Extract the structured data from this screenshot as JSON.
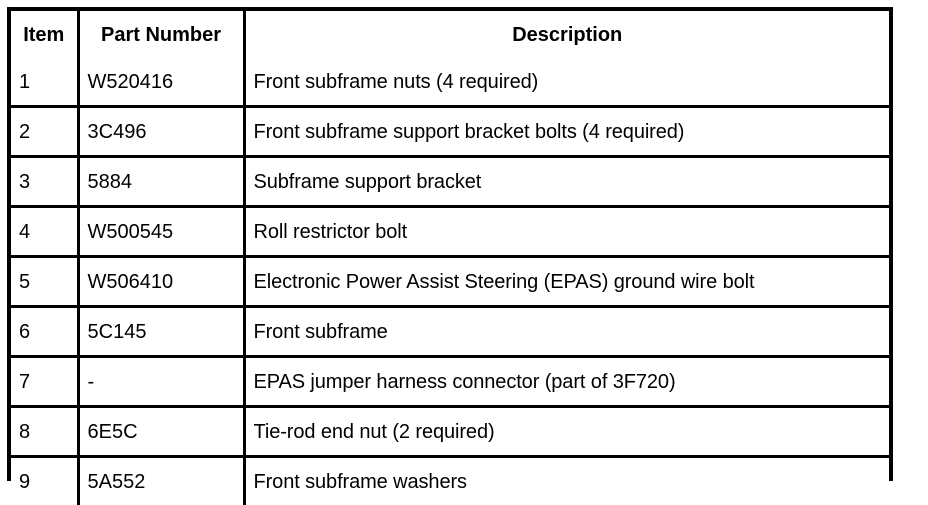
{
  "table": {
    "name": "parts-identification-table",
    "columns": [
      {
        "key": "item",
        "label": "Item",
        "align": "center"
      },
      {
        "key": "part_number",
        "label": "Part Number",
        "align": "center"
      },
      {
        "key": "description",
        "label": "Description",
        "align": "center"
      }
    ],
    "rows": [
      {
        "item": "1",
        "part_number": "W520416",
        "description": "Front subframe nuts (4 required)"
      },
      {
        "item": "2",
        "part_number": "3C496",
        "description": "Front subframe support bracket bolts (4 required)"
      },
      {
        "item": "3",
        "part_number": "5884",
        "description": "Subframe support bracket"
      },
      {
        "item": "4",
        "part_number": "W500545",
        "description": "Roll restrictor bolt"
      },
      {
        "item": "5",
        "part_number": "W506410",
        "description": "Electronic Power Assist Steering (EPAS) ground wire bolt"
      },
      {
        "item": "6",
        "part_number": "5C145",
        "description": "Front subframe"
      },
      {
        "item": "7",
        "part_number": "-",
        "description": "EPAS jumper harness connector (part of 3F720)"
      },
      {
        "item": "8",
        "part_number": "6E5C",
        "description": "Tie-rod end nut (2 required)"
      },
      {
        "item": "9",
        "part_number": "5A552",
        "description": "Front subframe washers"
      }
    ]
  },
  "style": {
    "text_color": "#000000",
    "background_color": "#ffffff",
    "border_color": "#000000"
  }
}
